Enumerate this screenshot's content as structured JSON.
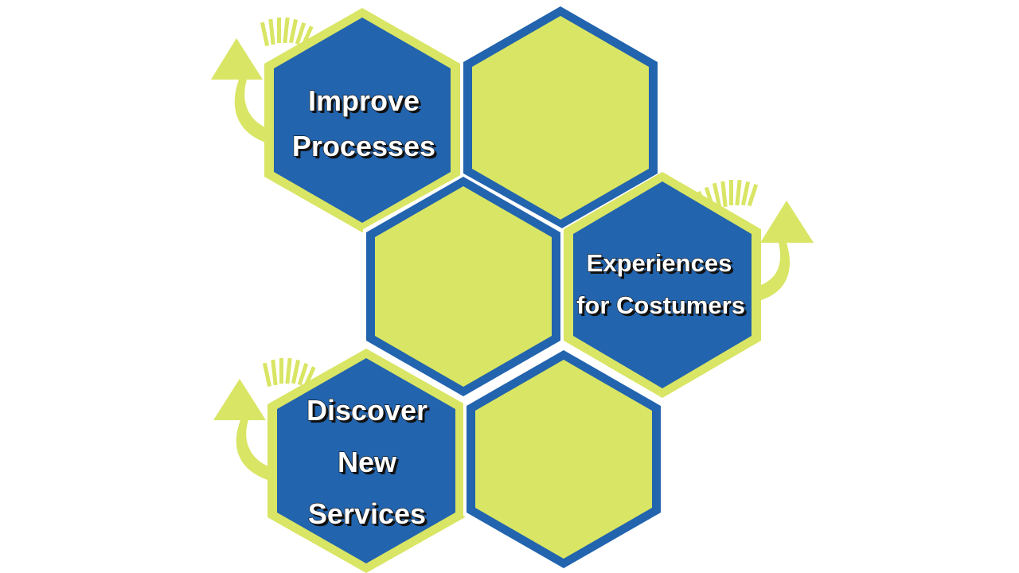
{
  "colors": {
    "blue": "#2264ae",
    "lime": "#d9e564",
    "text": "#ffffff",
    "shadow": "#111111"
  },
  "hexagons": [
    {
      "name": "hex-improve-processes",
      "fill": "blue",
      "border": "lime",
      "lines": [
        "Improve",
        "Processes"
      ]
    },
    {
      "name": "hex-top-right-empty",
      "fill": "lime",
      "border": "blue",
      "lines": []
    },
    {
      "name": "hex-middle-empty",
      "fill": "lime",
      "border": "blue",
      "lines": []
    },
    {
      "name": "hex-experiences-for-costumers",
      "fill": "blue",
      "border": "lime",
      "lines": [
        "Experiences",
        "for Costumers"
      ]
    },
    {
      "name": "hex-discover-new-services",
      "fill": "blue",
      "border": "lime",
      "lines": [
        "Discover",
        "New",
        "Services"
      ]
    },
    {
      "name": "hex-bottom-right-empty",
      "fill": "lime",
      "border": "blue",
      "lines": []
    }
  ],
  "arrows": [
    {
      "name": "arrow-icon-top-left",
      "direction": "up-left"
    },
    {
      "name": "arrow-icon-right",
      "direction": "up-right"
    },
    {
      "name": "arrow-icon-bottom-left",
      "direction": "up-left"
    }
  ]
}
